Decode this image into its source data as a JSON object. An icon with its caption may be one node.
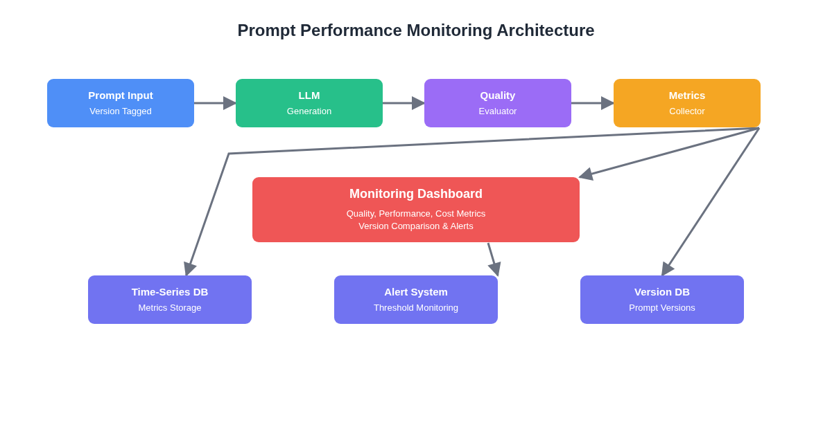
{
  "diagram": {
    "title": "Prompt Performance Monitoring Architecture",
    "nodes": [
      {
        "text": [
          "Prompt Input",
          "Version Tagged"
        ]
      },
      {
        "text": [
          "LLM",
          "Generation"
        ]
      },
      {
        "text": [
          "Quality",
          "Evaluator"
        ]
      },
      {
        "text": [
          "Metrics",
          "Collector"
        ]
      },
      {
        "text": [
          "Monitoring Dashboard",
          "Quality, Performance, Cost Metrics",
          "Version Comparison & Alerts"
        ]
      },
      {
        "text": [
          "Time-Series DB",
          "Metrics Storage"
        ]
      },
      {
        "text": [
          "Alert System",
          "Threshold Monitoring"
        ]
      },
      {
        "text": [
          "Version DB",
          "Prompt Versions"
        ]
      }
    ],
    "edges": [
      {
        "from": 0,
        "to": 1,
        "arrow": "to"
      },
      {
        "from": 1,
        "to": 2,
        "arrow": "to"
      },
      {
        "from": 2,
        "to": 3,
        "arrow": "to"
      },
      {
        "from": 3,
        "to": 4,
        "arrow": "to"
      },
      {
        "from": 3,
        "to": 5,
        "arrow": "to"
      },
      {
        "from": 4,
        "to": 6,
        "arrow": "to"
      },
      {
        "from": 3,
        "to": 7,
        "arrow": "to"
      }
    ]
  }
}
